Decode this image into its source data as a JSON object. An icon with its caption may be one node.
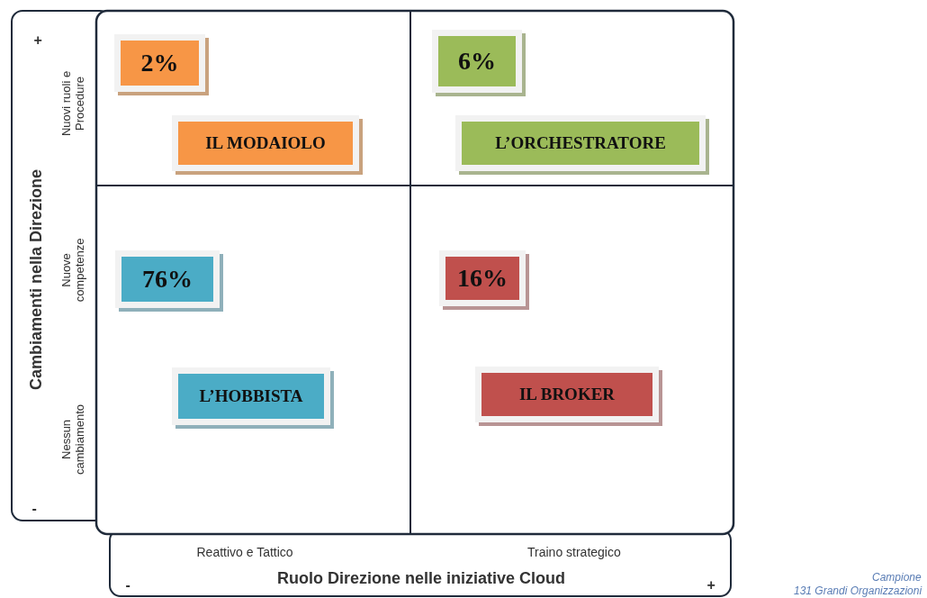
{
  "diagram": {
    "nodes": [
      {
        "text": [
          "2%"
        ]
      },
      {
        "text": [
          "6%"
        ]
      },
      {
        "text": [
          "IL MODAIOLO"
        ]
      },
      {
        "text": [
          "L’ORCHESTRATORE"
        ]
      },
      {
        "text": [
          "76%"
        ]
      },
      {
        "text": [
          "16%"
        ]
      },
      {
        "text": [
          "L’HOBBISTA"
        ]
      },
      {
        "text": [
          "IL BROKER"
        ]
      }
    ],
    "labels": [
      "+",
      "Nuovi ruoli e Procedure",
      "Cambiamenti nella Direzione",
      "Nuove competenze",
      "Nessun cambiamento",
      "-",
      "Reattivo e Tattico",
      "Traino strategico",
      "-",
      "Ruolo Direzione nelle iniziative Cloud",
      "+",
      "Campione",
      "131 Grandi Organizzazioni"
    ]
  }
}
